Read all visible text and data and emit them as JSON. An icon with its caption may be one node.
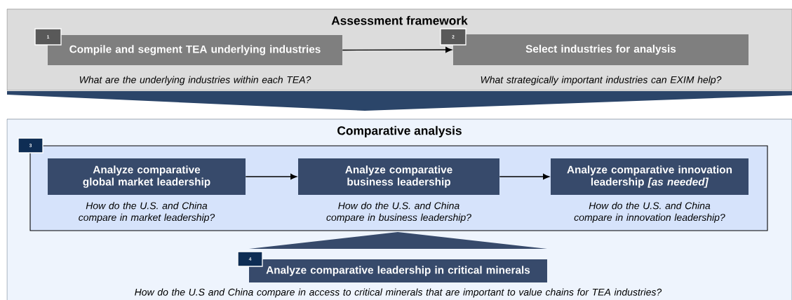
{
  "diagram": {
    "nodes": [
      {
        "text": [
          "Assessment framework"
        ]
      },
      {
        "text": [
          "1"
        ],
        "in": 0
      },
      {
        "text": [
          "Compile and segment TEA underlying industries"
        ],
        "in": 0,
        "beside": [
          "What are the underlying industries within each TEA?"
        ]
      },
      {
        "text": [
          "2"
        ],
        "in": 0
      },
      {
        "text": [
          "Select industries for analysis"
        ],
        "in": 0,
        "beside": [
          "What strategically important industries can EXIM help?"
        ]
      },
      {
        "text": [],
        "shape": "triangle"
      },
      {
        "text": [
          "Comparative analysis"
        ]
      },
      {
        "text": [],
        "shape": "box",
        "in": 6
      },
      {
        "text": [
          "3"
        ],
        "in": 6
      },
      {
        "text": [
          "Analyze comparative global market leadership"
        ],
        "in": 7,
        "beside": [
          "How do the U.S. and China compare in market leadership?"
        ]
      },
      {
        "text": [
          "Analyze comparative business leadership"
        ],
        "in": 7,
        "beside": [
          "How do the U.S. and China compare in business leadership?"
        ]
      },
      {
        "text": [
          "Analyze comparative innovation leadership *[as needed]*"
        ],
        "in": 7,
        "beside": [
          "How do the U.S. and China compare in innovation leadership?"
        ]
      },
      {
        "text": [],
        "shape": "triangle",
        "in": 6
      },
      {
        "text": [
          "4"
        ],
        "in": 6
      },
      {
        "text": [
          "Analyze comparative leadership in critical minerals"
        ],
        "in": 6,
        "beside": [
          "How do the U.S and China compare in access to critical minerals that are important to value chains for TEA industries?"
        ]
      }
    ],
    "edges": [
      {
        "from": 2,
        "to": 4,
        "arrow": "to"
      },
      {
        "from": 9,
        "to": 10,
        "arrow": "to"
      },
      {
        "from": 10,
        "to": 11,
        "arrow": "to"
      }
    ]
  }
}
